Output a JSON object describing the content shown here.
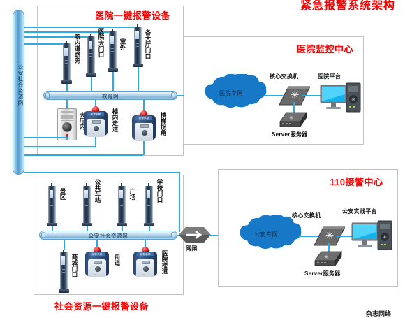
{
  "title": "紧急报警系统架构",
  "networks": {
    "left_vertical_bar": "公安社会资源网",
    "hospital_bar": "教育网",
    "social_bar": "公安社会资源网"
  },
  "sections": {
    "hospital_equipment": {
      "title": "医院一键报警设备",
      "pillars": [
        {
          "label": "院内道路旁"
        },
        {
          "label": "医院大门口"
        },
        {
          "label": "室外"
        },
        {
          "label": "各大厅门口"
        }
      ],
      "devices": [
        {
          "label": "大厅内",
          "type": "intercom"
        },
        {
          "label": "楼内走道",
          "type": "box-alarm",
          "tag": "报警求助"
        },
        {
          "label": "楼梯拐角",
          "type": "box-alarm",
          "tag": "报警求助"
        }
      ]
    },
    "social_equipment": {
      "title": "社会资源一键报警设备",
      "pillars": [
        {
          "label": "景区"
        },
        {
          "label": "公共车站"
        },
        {
          "label": "广场"
        },
        {
          "label": "学校门口"
        }
      ],
      "devices": [
        {
          "label": "商城门口",
          "type": "pillar"
        },
        {
          "label": "街道",
          "type": "box-alarm",
          "tag": "报警求助"
        },
        {
          "label": "医院楼道",
          "type": "box-alarm",
          "tag": "报警求助"
        }
      ]
    },
    "hospital_center": {
      "title": "医院监控中心",
      "cloud": "医院专网",
      "switch": "核心交换机",
      "platform": "医院平台",
      "server": "Server服务器"
    },
    "police_center": {
      "title": "110接警中心",
      "cloud": "公安专网",
      "switch": "核心交换机",
      "platform": "公安实战平台",
      "server": "Server服务器"
    }
  },
  "gate": {
    "label": "网闸"
  },
  "watermark": "杂志网络",
  "colors": {
    "accent_red": "#fe0000",
    "wire_blue": "#29ace3",
    "cloud_blue": "#1878c8",
    "device_navy": "#2c4673",
    "switch_gray": "#4a4a4a",
    "panel_border": "#c3c3c3"
  }
}
